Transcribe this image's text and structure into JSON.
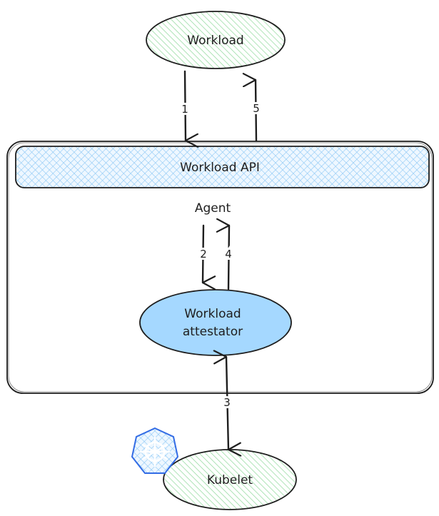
{
  "nodes": {
    "workload": {
      "label": "Workload",
      "fill": "#b2f2bb"
    },
    "workload_api": {
      "label": "Workload API",
      "fill": "#a5d8ff"
    },
    "agent": {
      "label": "Agent"
    },
    "attestator": {
      "label_line1": "Workload",
      "label_line2": "attestator",
      "fill": "#a5d8ff"
    },
    "kubelet": {
      "label": "Kubelet",
      "fill": "#b2f2bb"
    },
    "kubernetes_logo": {
      "icon": "kubernetes-helm-wheel-icon",
      "color": "#326ce5"
    }
  },
  "edges": [
    {
      "id": "1",
      "label": "1"
    },
    {
      "id": "5",
      "label": "5"
    },
    {
      "id": "2",
      "label": "2"
    },
    {
      "id": "4",
      "label": "4"
    },
    {
      "id": "3",
      "label": "3"
    }
  ],
  "colors": {
    "stroke": "#1e1e1e",
    "green_hatch": "#b2f2bb",
    "blue_hatch": "#a5d8ff",
    "blue_solid": "#a5d8ff"
  }
}
